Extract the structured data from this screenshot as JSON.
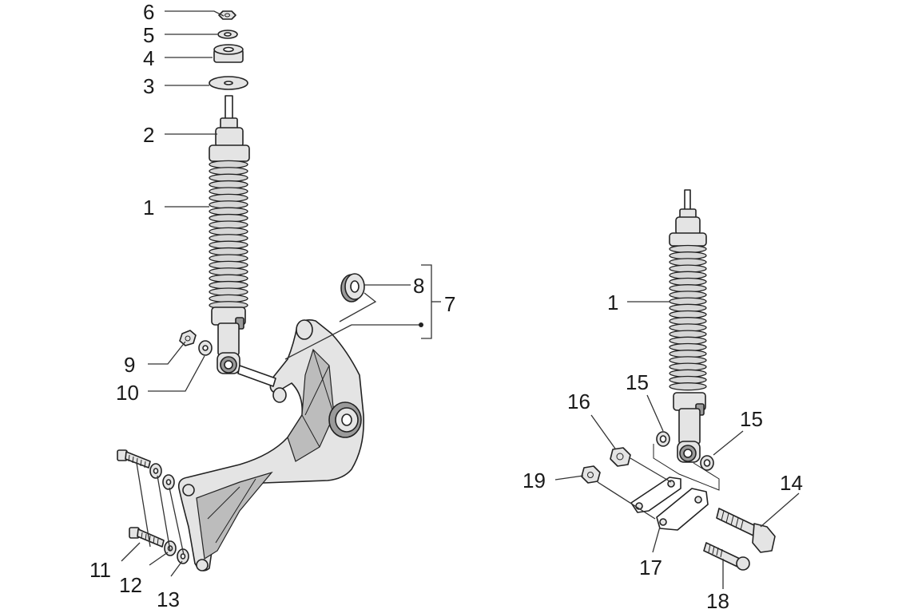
{
  "callouts": {
    "c1_left": "1",
    "c2": "2",
    "c3": "3",
    "c4": "4",
    "c5": "5",
    "c6": "6",
    "c7": "7",
    "c8": "8",
    "c9": "9",
    "c10": "10",
    "c11": "11",
    "c12": "12",
    "c13": "13",
    "c1_right": "1",
    "c14": "14",
    "c15_left": "15",
    "c15_right": "15",
    "c16": "16",
    "c17": "17",
    "c18": "18",
    "c19": "19"
  }
}
